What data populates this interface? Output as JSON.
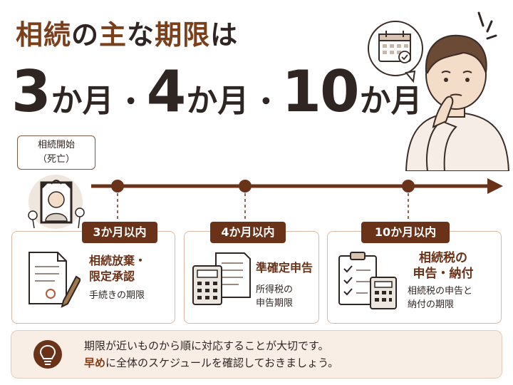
{
  "title": {
    "line1_part1": "相続",
    "line1_part2": "の",
    "line1_part3": "主",
    "line1_part4": "な",
    "line1_part5": "期限",
    "line1_part6": "は",
    "periods": [
      {
        "num": "3",
        "unit": "か月"
      },
      {
        "num": "4",
        "unit": "か月"
      },
      {
        "num": "10",
        "unit": "か月"
      }
    ],
    "separator": "・"
  },
  "start": {
    "label_line1": "相続開始",
    "label_line2": "（死亡）"
  },
  "phases": [
    {
      "tag": "3か月以内",
      "title_line1": "相続放棄・",
      "title_line2": "限定承認",
      "desc_line1": "手続きの期限",
      "desc_line2": "",
      "icon": "document-pen-icon"
    },
    {
      "tag": "4か月以内",
      "title_line1": "準確定申告",
      "title_line2": "",
      "desc_line1": "所得税の",
      "desc_line2": "申告期限",
      "icon": "calculator-document-icon"
    },
    {
      "tag": "10か月以内",
      "title_line1": "相続税の",
      "title_line2": "申告・納付",
      "desc_line1": "相続税の申告と",
      "desc_line2": "納付の期限",
      "icon": "checklist-calculator-icon"
    }
  ],
  "note": {
    "line1_text": "期限が近いものから順に対応することが大切です。",
    "line2_emphasis": "早め",
    "line2_text": "に全体のスケジュールを確認しておきましょう。",
    "icon": "lightbulb-icon"
  },
  "colors": {
    "accent_brown": "#7a3f1b",
    "tag_bg": "#6a3218",
    "timeline": "#6a3218",
    "card_border": "#d9b8a2",
    "note_bg": "#f8eee6"
  }
}
